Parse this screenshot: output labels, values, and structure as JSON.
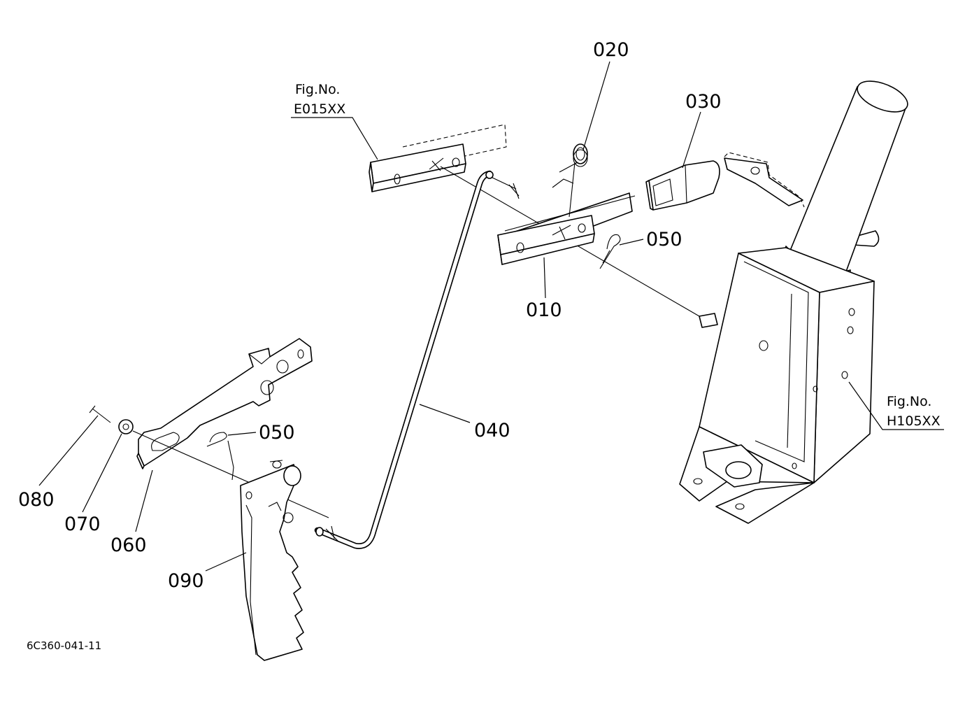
{
  "drawing_code": "6C360-041-11",
  "callouts": {
    "p010": "010",
    "p020": "020",
    "p030": "030",
    "p040": "040",
    "p050_upper": "050",
    "p050_lower": "050",
    "p060": "060",
    "p070": "070",
    "p080": "080",
    "p090": "090"
  },
  "figure_refs": {
    "upper_left": {
      "line1": "Fig.No.",
      "line2": "E015XX"
    },
    "right": {
      "line1": "Fig.No.",
      "line2": "H105XX"
    }
  }
}
